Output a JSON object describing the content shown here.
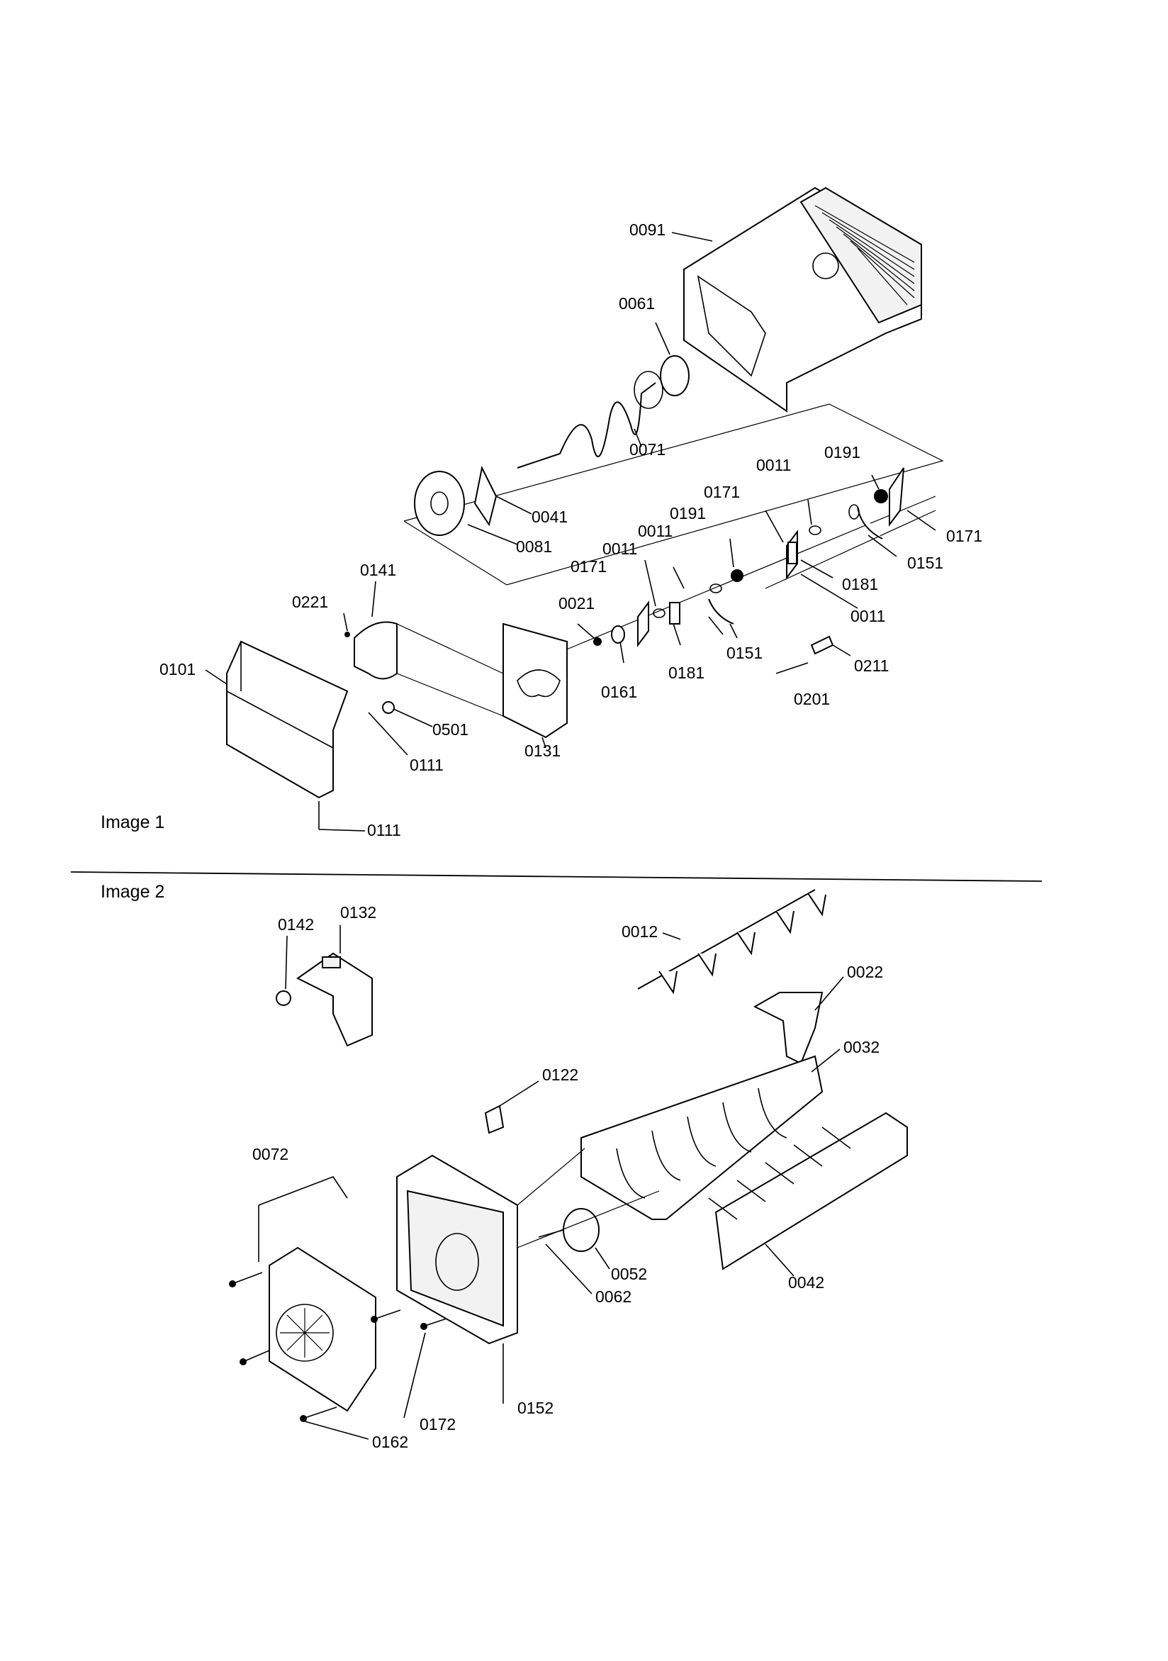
{
  "captions": {
    "image1": "Image 1",
    "image2": "Image 2"
  },
  "image1_labels": [
    "0091",
    "0061",
    "0071",
    "0041",
    "0081",
    "0011",
    "0191",
    "0171",
    "0151",
    "0181",
    "0011",
    "0171",
    "0191",
    "0011",
    "0011",
    "0171",
    "0181",
    "0151",
    "0211",
    "0201",
    "0021",
    "0161",
    "0141",
    "0221",
    "0101",
    "0501",
    "0111",
    "0131",
    "0111"
  ],
  "image2_labels": [
    "0142",
    "0132",
    "0012",
    "0022",
    "0032",
    "0122",
    "0072",
    "0052",
    "0062",
    "0042",
    "0152",
    "0172",
    "0162"
  ]
}
